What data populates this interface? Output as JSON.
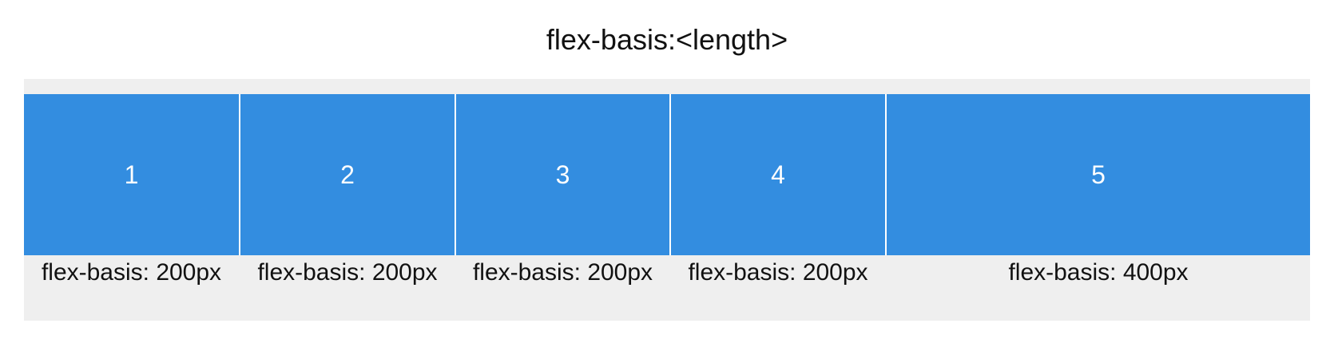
{
  "title": "flex-basis:<length>",
  "colors": {
    "item_fill": "#338de0",
    "container_bg": "#efefef",
    "item_text": "#ffffff"
  },
  "items": [
    {
      "label": "1",
      "caption": "flex-basis: 200px"
    },
    {
      "label": "2",
      "caption": "flex-basis: 200px"
    },
    {
      "label": "3",
      "caption": "flex-basis: 200px"
    },
    {
      "label": "4",
      "caption": "flex-basis: 200px"
    },
    {
      "label": "5",
      "caption": "flex-basis: 400px"
    }
  ]
}
